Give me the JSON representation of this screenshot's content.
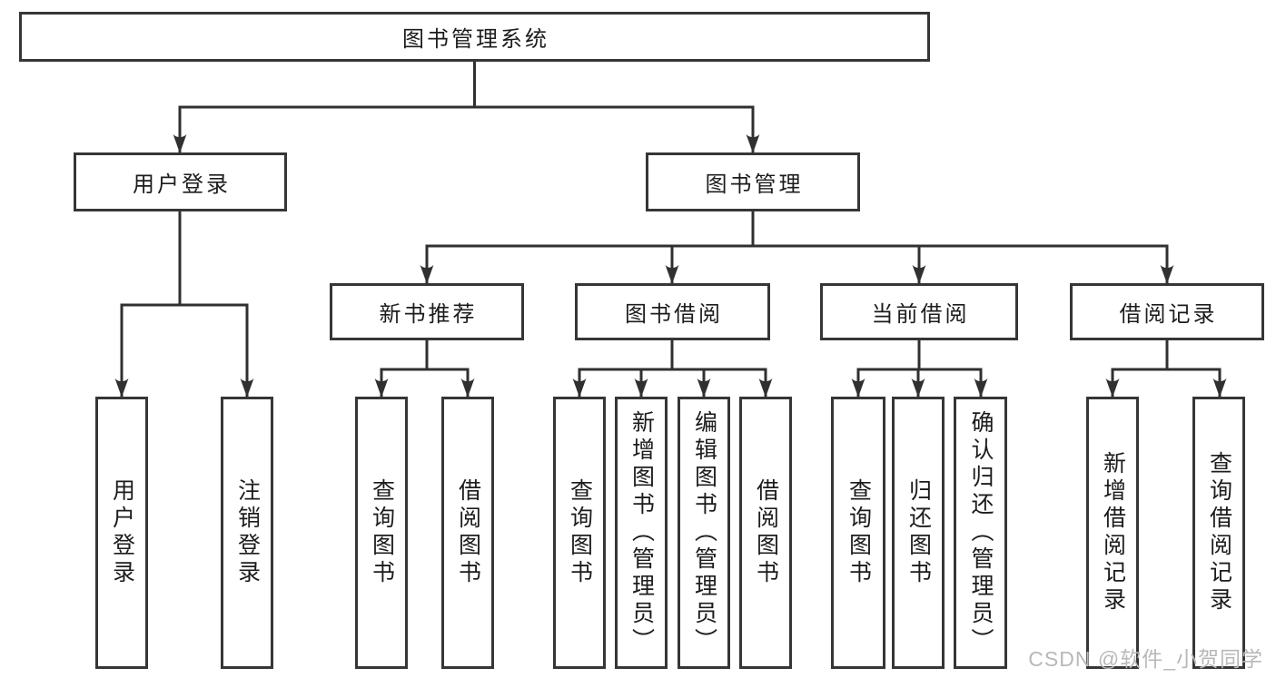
{
  "diagram": {
    "root_label": "图书管理系统",
    "branches": {
      "user_login": {
        "label": "用户登录",
        "children": [
          "用户登录",
          "注销登录"
        ]
      },
      "book_mgmt": {
        "label": "图书管理",
        "sections": [
          {
            "label": "新书推荐",
            "children": [
              "查询图书",
              "借阅图书"
            ]
          },
          {
            "label": "图书借阅",
            "children": [
              "查询图书",
              "新增图书（管理员）",
              "编辑图书（管理员）",
              "借阅图书"
            ]
          },
          {
            "label": "当前借阅",
            "children": [
              "查询图书",
              "归还图书",
              "确认归还（管理员）"
            ]
          },
          {
            "label": "借阅记录",
            "children": [
              "新增借阅记录",
              "查询借阅记录"
            ]
          }
        ]
      }
    }
  },
  "watermark": {
    "text": "CSDN @软件_小贺同学"
  },
  "colors": {
    "line": "#303030",
    "border": "#363636",
    "text": "#1c1c1c",
    "watermark": "#b8b8b8",
    "background": "#ffffff"
  }
}
